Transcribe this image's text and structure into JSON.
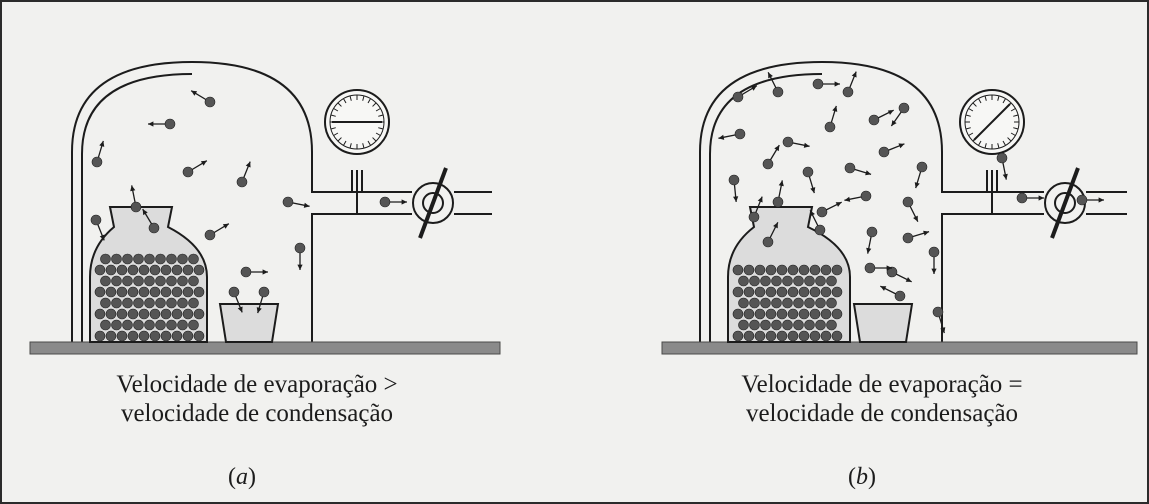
{
  "panels": [
    {
      "caption_line1": "Velocidade de evaporação >",
      "caption_line2": "velocidade de condensação",
      "label": "a"
    },
    {
      "caption_line1": "Velocidade de evaporação =",
      "caption_line2": "velocidade de condensação",
      "label": "b"
    }
  ],
  "colors": {
    "ink": "#1c1c1c",
    "molecule": "#555555",
    "shelf": "#8a8a8a",
    "vessel_fill": "#d8d8d8",
    "background": "#f1f1ef"
  }
}
